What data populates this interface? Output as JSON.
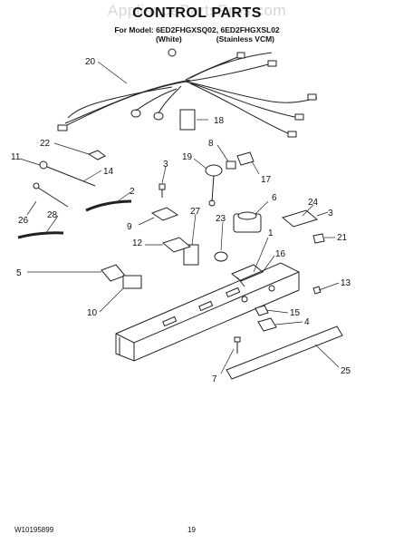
{
  "watermark": "AppliancePartsPros.com",
  "title": "CONTROL PARTS",
  "models": {
    "line1": "For Model: 6ED2FHGXSQ02, 6ED2FHGXSL02",
    "variant_white": "(White)",
    "variant_stainless": "(Stainless VCM)"
  },
  "callouts": [
    "20",
    "18",
    "22",
    "8",
    "11",
    "3",
    "19",
    "17",
    "14",
    "2",
    "6",
    "24",
    "3",
    "26",
    "28",
    "9",
    "27",
    "23",
    "21",
    "12",
    "1",
    "5",
    "16",
    "13",
    "10",
    "15",
    "4",
    "7",
    "25"
  ],
  "footer": {
    "doc_number": "W10195899",
    "page_number": "19"
  }
}
